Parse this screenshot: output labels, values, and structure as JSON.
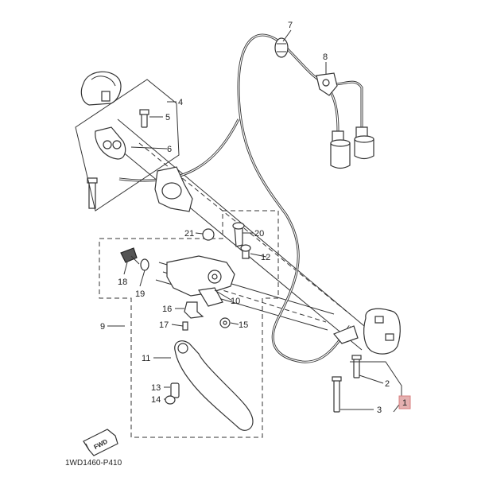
{
  "diagram": {
    "code": "1WD1460-P410",
    "fwd_label": "FWD",
    "highlight_color": "#d98080",
    "callouts": {
      "c1": "1",
      "c2": "2",
      "c3": "3",
      "c4": "4",
      "c5": "5",
      "c6": "6",
      "c7": "7",
      "c8": "8",
      "c9": "9",
      "c10": "10",
      "c11": "11",
      "c12": "12",
      "c13": "13",
      "c14": "14",
      "c15": "15",
      "c16": "16",
      "c17": "17",
      "c18": "18",
      "c19": "19",
      "c20": "20",
      "c21": "21"
    }
  }
}
